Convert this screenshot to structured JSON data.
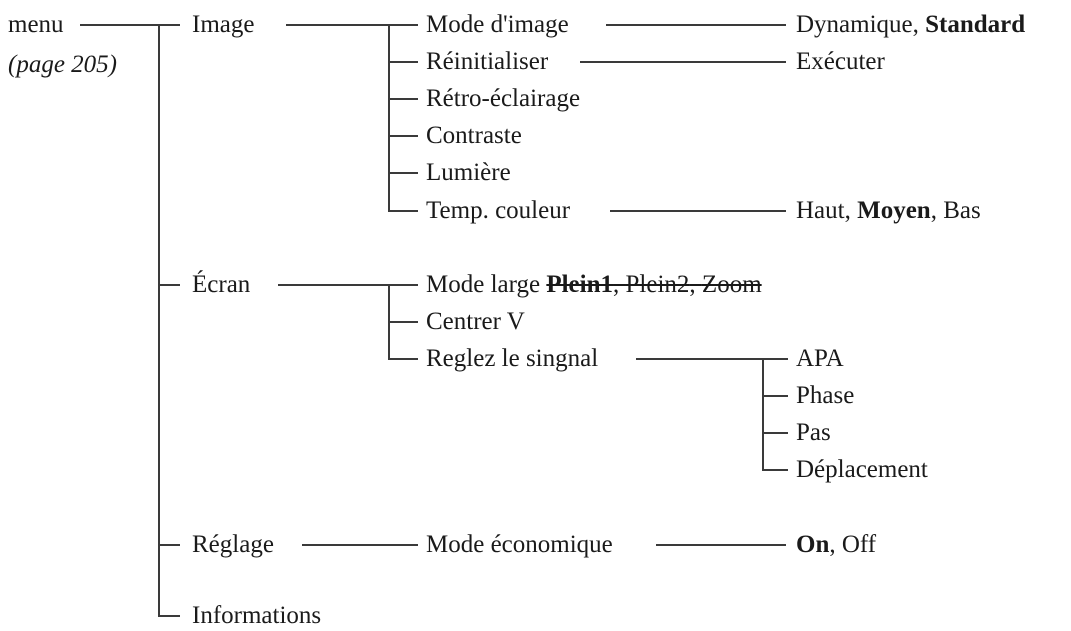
{
  "root": {
    "label": "menu",
    "page_ref": "(page 205)"
  },
  "image": {
    "label": "Image",
    "mode_image": {
      "label": "Mode d'image",
      "opt1": "Dynamique",
      "sep1": ", ",
      "opt2": "Standard"
    },
    "reset": {
      "label": "Réinitialiser",
      "value": "Exécuter"
    },
    "backlight": "Rétro-éclairage",
    "contrast": "Contraste",
    "brightness": "Lumière",
    "color_temp": {
      "label": "Temp. couleur",
      "opt1": "Haut",
      "sep1": ", ",
      "opt2": "Moyen",
      "sep2": ", ",
      "opt3": "Bas"
    }
  },
  "screen": {
    "label": "Écran",
    "wide_mode": {
      "label": "Mode large",
      "opt1": "Plein1",
      "sep1": ", ",
      "opt2": "Plein2",
      "sep2": ", ",
      "opt3": "Zoom"
    },
    "vcenter": "Centrer V",
    "signal": {
      "label": "Reglez le singnal",
      "items": [
        "APA",
        "Phase",
        "Pas",
        "Déplacement"
      ]
    }
  },
  "setting": {
    "label": "Réglage",
    "eco": {
      "label": "Mode économique",
      "opt1": "On",
      "sep1": ", ",
      "opt2": "Off"
    }
  },
  "info": {
    "label": "Informations"
  }
}
